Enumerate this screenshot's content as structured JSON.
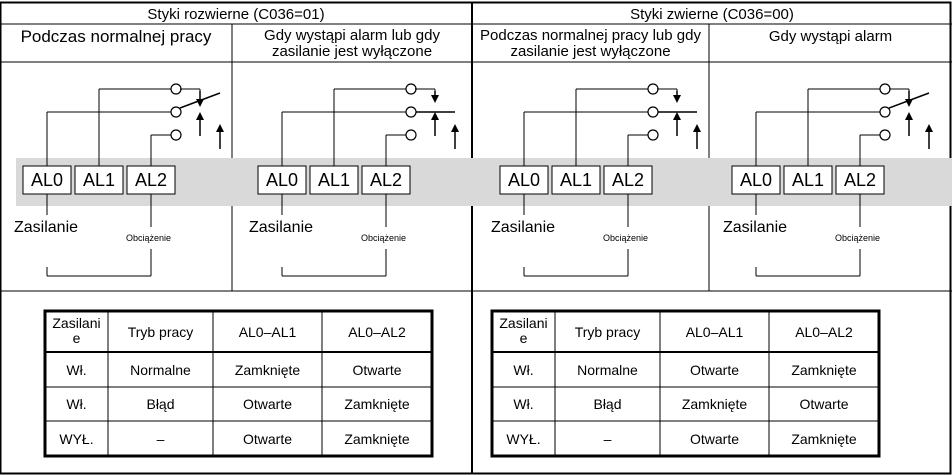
{
  "sections": [
    {
      "title": "Styki rozwierne (C036=01)",
      "columns": [
        {
          "title_lines": [
            "Podczas normalnej pracy"
          ]
        },
        {
          "title_lines": [
            "Gdy wystąpi alarm lub gdy",
            "zasilanie jest wyłączone"
          ]
        }
      ],
      "table": {
        "header": [
          "Zasilani\ne",
          "Tryb pracy",
          "AL0–AL1",
          "AL0–AL2"
        ],
        "rows": [
          [
            "Wł.",
            "Normalne",
            "Zamknięte",
            "Otwarte"
          ],
          [
            "Wł.",
            "Błąd",
            "Otwarte",
            "Zamknięte"
          ],
          [
            "WYŁ.",
            "–",
            "Otwarte",
            "Zamknięte"
          ]
        ]
      }
    },
    {
      "title": "Styki zwierne (C036=00)",
      "columns": [
        {
          "title_lines": [
            "Podczas normalnej pracy lub gdy",
            "zasilanie jest wyłączone"
          ]
        },
        {
          "title_lines": [
            "Gdy wystąpi alarm"
          ]
        }
      ],
      "table": {
        "header": [
          "Zasilani\ne",
          "Tryb pracy",
          "AL0–AL1",
          "AL0–AL2"
        ],
        "rows": [
          [
            "Wł.",
            "Normalne",
            "Otwarte",
            "Zamknięte"
          ],
          [
            "Wł.",
            "Błąd",
            "Zamknięte",
            "Otwarte"
          ],
          [
            "WYŁ.",
            "–",
            "Otwarte",
            "Zamknięte"
          ]
        ]
      }
    }
  ],
  "terminals": [
    "AL0",
    "AL1",
    "AL2"
  ],
  "power_label": "Zasilanie",
  "load_label": "Obciążenie",
  "colors": {
    "line": "#000000",
    "terminal_band": "#d9d9d9",
    "background": "#ffffff"
  }
}
